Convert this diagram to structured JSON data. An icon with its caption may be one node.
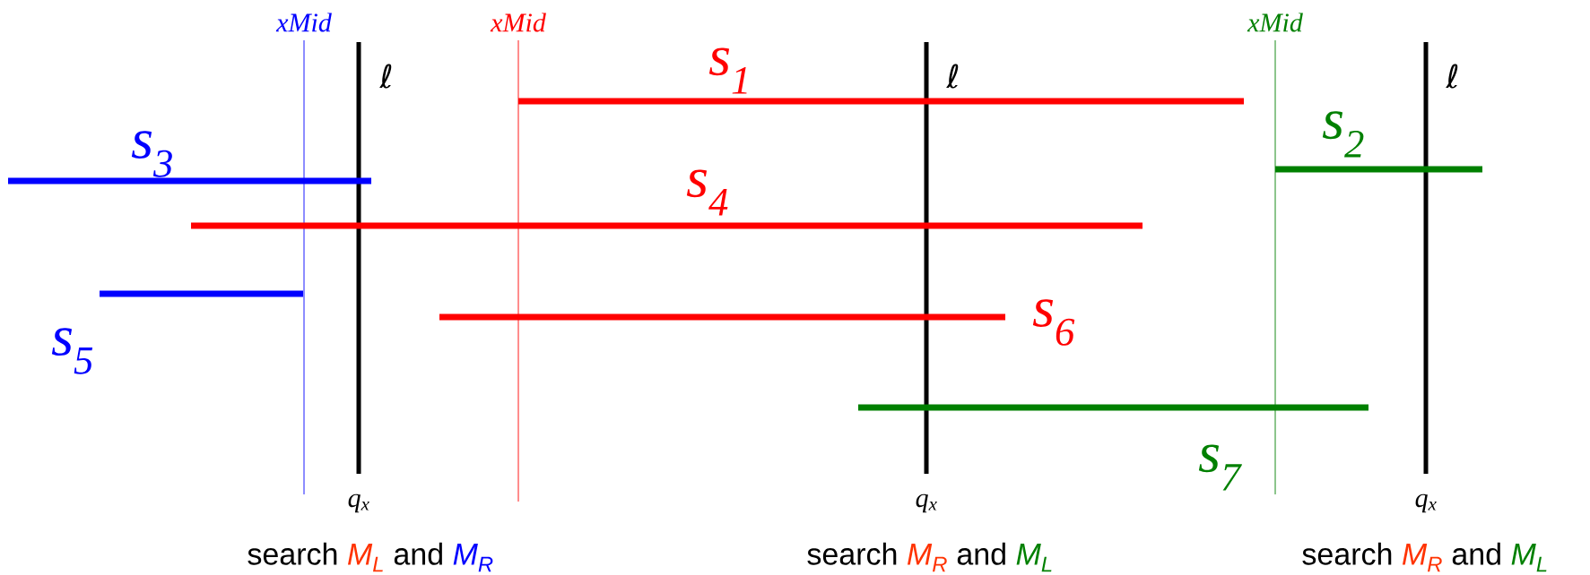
{
  "diagram": {
    "labels": [
      "xMid",
      "ℓ",
      "xMid",
      "s$_{1}$",
      "ℓ",
      "xMid",
      "ℓ",
      "s$_{2}$",
      "s$_{3}$",
      "s$_{4}$",
      "s$_{6}$",
      "s$_{5}$",
      "s$_{7}$",
      "q$_{x}$",
      "q$_{x}$",
      "q$_{x}$",
      "search",
      "M$_{L}$",
      "and",
      "M$_{R}$",
      "search",
      "M$_{R}$",
      "and",
      "M$_{L}$",
      "search",
      "M$_{R}$",
      "and",
      "M$_{L}$"
    ]
  }
}
